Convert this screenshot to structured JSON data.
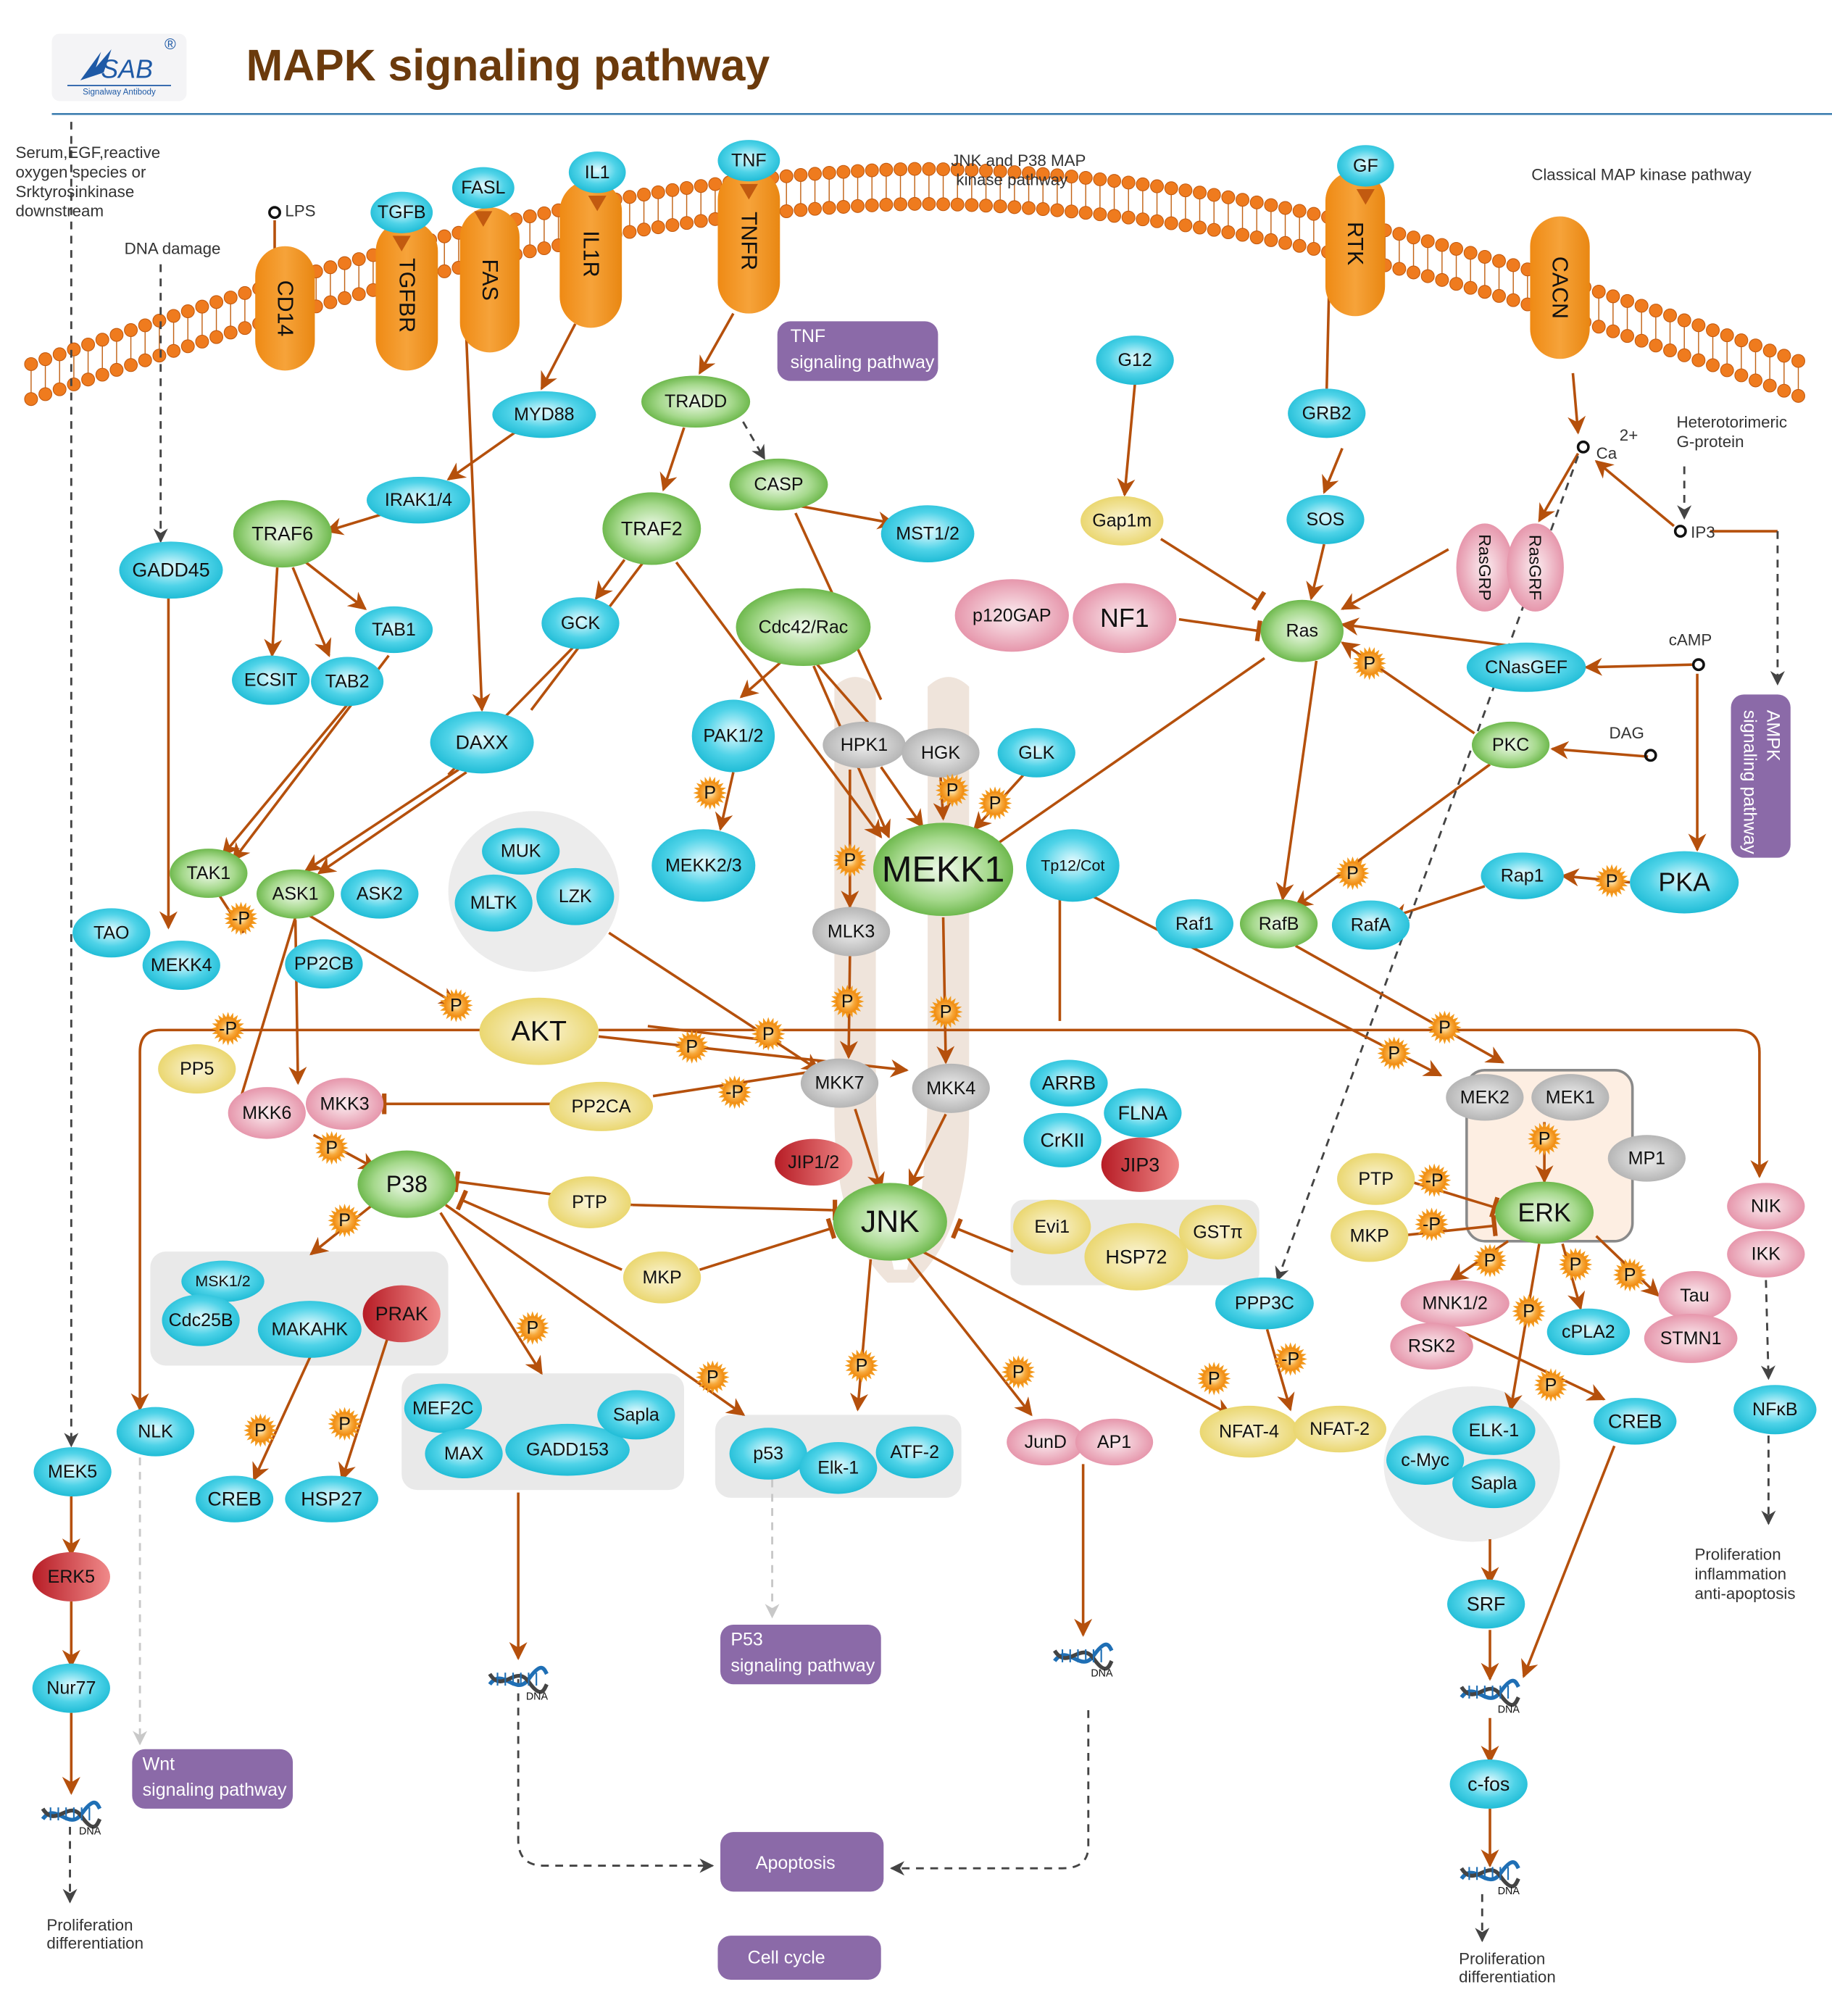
{
  "header": {
    "logo_text": "SAB",
    "logo_subtext": "Signalway Antibody",
    "logo_registered": "®",
    "title": "MAPK signaling pathway"
  },
  "notes": {
    "serum": [
      "Serum,EGF,reactive",
      "oxygen species or",
      "Srktyrosinkinase",
      "downstream"
    ],
    "dna_damage": "DNA damage",
    "lps": "LPS",
    "jnk_p38": [
      "JNK and P38 MAP",
      "kinase pathway"
    ],
    "classical": "Classical MAP kinase pathway",
    "heterotrimeric": [
      "Heterotorimeric",
      "G-protein"
    ],
    "ca": "Ca",
    "ca_sup": "2+",
    "ip3": "IP3",
    "camp": "cAMP",
    "dag": "DAG",
    "dna": "DNA",
    "out_left": [
      "Proliferation",
      "differentiation"
    ],
    "out_nfkb": [
      "Proliferation",
      "inflammation",
      "anti-apoptosis"
    ],
    "out_right": [
      "Proliferation",
      "differentiation"
    ]
  },
  "pathways": {
    "tnf": [
      "TNF",
      "signaling pathway"
    ],
    "ampk": [
      "AMPK",
      "signaling pathway"
    ],
    "wnt": [
      "Wnt",
      "signaling pathway"
    ],
    "p53": [
      "P53",
      "signaling pathway"
    ],
    "apoptosis": "Apoptosis",
    "cell_cycle": "Cell cycle"
  },
  "receptors": {
    "cd14": "CD14",
    "tgfbr": "TGFBR",
    "fas": "FAS",
    "il1r": "IL1R",
    "tnfr": "TNFR",
    "rtk": "RTK",
    "cacn": "CACN"
  },
  "ligands": {
    "tgfb": "TGFB",
    "fasl": "FASL",
    "il1": "IL1",
    "tnf": "TNF",
    "gf": "GF"
  },
  "nodes": {
    "myd88": "MYD88",
    "irak14": "IRAK1/4",
    "traf6": "TRAF6",
    "gadd45": "GADD45",
    "tab1": "TAB1",
    "ecsit": "ECSIT",
    "tab2": "TAB2",
    "tradd": "TRADD",
    "casp": "CASP",
    "mst12": "MST1/2",
    "traf2": "TRAF2",
    "gck": "GCK",
    "daxx": "DAXX",
    "cdc42": "Cdc42/Rac",
    "pak12": "PAK1/2",
    "mekk23": "MEKK2/3",
    "hpk1": "HPK1",
    "hgk": "HGK",
    "glk": "GLK",
    "mekk1": "MEKK1",
    "tp12": "Tp12/Cot",
    "mlk3": "MLK3",
    "mkk7": "MKK7",
    "mkk4": "MKK4",
    "jip12": "JIP1/2",
    "jnk": "JNK",
    "arrb": "ARRB",
    "flna": "FLNA",
    "crkii": "CrKII",
    "jip3": "JIP3",
    "evi1": "Evi1",
    "hsp72": "HSP72",
    "gstpi": "GSTπ",
    "muk": "MUK",
    "mltk": "MLTK",
    "lzk": "LZK",
    "tak1": "TAK1",
    "ask1": "ASK1",
    "ask2": "ASK2",
    "tao": "TAO",
    "mekk4": "MEKK4",
    "pp2cb": "PP2CB",
    "akt": "AKT",
    "pp5": "PP5",
    "pp2ca": "PP2CA",
    "mkk6": "MKK6",
    "mkk3": "MKK3",
    "p38": "P38",
    "ptp_mid": "PTP",
    "mkp_mid": "MKP",
    "msk12": "MSK1/2",
    "cdc25b": "Cdc25B",
    "makahk": "MAKAHK",
    "prak": "PRAK",
    "creb_left": "CREB",
    "hsp27": "HSP27",
    "mef2c": "MEF2C",
    "max": "MAX",
    "gadd153": "GADD153",
    "sapla_mid": "Sapla",
    "p53": "p53",
    "elk1_mid": "Elk-1",
    "atf2": "ATF-2",
    "jund": "JunD",
    "ap1": "AP1",
    "nfat4": "NFAT-4",
    "nfat2": "NFAT-2",
    "ppp3c": "PPP3C",
    "nlk": "NLK",
    "mek5": "MEK5",
    "erk5": "ERK5",
    "nur77": "Nur77",
    "g12": "G12",
    "gap1m": "Gap1m",
    "grb2": "GRB2",
    "sos": "SOS",
    "p120gap": "p120GAP",
    "nf1": "NF1",
    "ras": "Ras",
    "rasgrp": "RasGRP",
    "rasgrf": "RasGRF",
    "cnasgef": "CNasGEF",
    "pkc": "PKC",
    "pka": "PKA",
    "rap1": "Rap1",
    "raf1": "Raf1",
    "rafb": "RafB",
    "rafa": "RafA",
    "mek2": "MEK2",
    "mek1": "MEK1",
    "mp1": "MP1",
    "erk": "ERK",
    "ptp_right": "PTP",
    "mkp_right": "MKP",
    "mnk12": "MNK1/2",
    "rsk2": "RSK2",
    "cpla2": "cPLA2",
    "tau": "Tau",
    "stmn1": "STMN1",
    "creb_right": "CREB",
    "elk1_right": "ELK-1",
    "cmyc": "c-Myc",
    "sapla_right": "Sapla",
    "srf": "SRF",
    "cfos": "c-fos",
    "nik": "NIK",
    "ikk": "IKK",
    "nfkb": "NFκB"
  },
  "phospho": {
    "p": "P",
    "dephospho": "-P"
  },
  "colors": {
    "brown_arrow": "#b5500c",
    "cyan_node": "#22c4dc",
    "green_node": "#5bb033",
    "pink_node": "#e48ca3",
    "red_node": "#c62a33",
    "yellow_node": "#ecd86a",
    "gray_node": "#b8b8b8",
    "orange_receptor": "#ef8e1e",
    "purple_pathway": "#8b6aa8",
    "title_brown": "#6b3a0c"
  }
}
